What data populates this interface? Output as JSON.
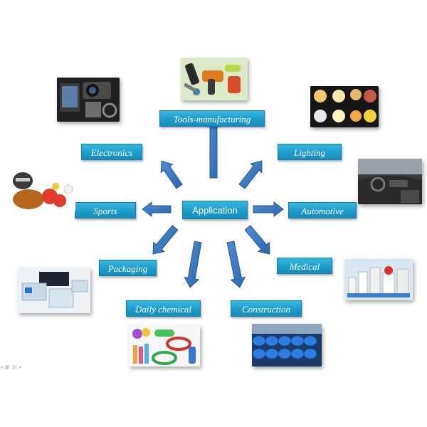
{
  "center": {
    "label": "Application"
  },
  "categories": [
    {
      "key": "tools",
      "label": "Tools-manufacturing"
    },
    {
      "key": "electronics",
      "label": "Electronics"
    },
    {
      "key": "lighting",
      "label": "Lighting"
    },
    {
      "key": "sports",
      "label": "Sports"
    },
    {
      "key": "automotive",
      "label": "Automotive"
    },
    {
      "key": "packaging",
      "label": "Packaging"
    },
    {
      "key": "medical",
      "label": "Medical"
    },
    {
      "key": "daily_chemical",
      "label": "Daily chemical"
    },
    {
      "key": "construction",
      "label": "Construction"
    }
  ],
  "colors": {
    "label_fill": "#1e9ccb",
    "label_border": "#1580ad",
    "arrow_fill": "#3a76bd",
    "arrow_stroke": "#27599a",
    "text": "#ffffff",
    "background": "#ffffff"
  }
}
